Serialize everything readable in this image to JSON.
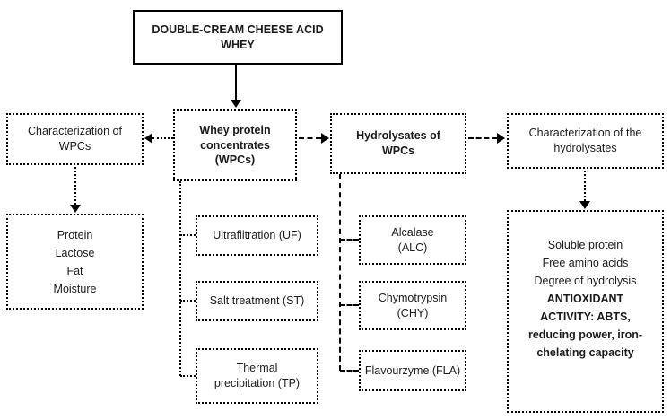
{
  "diagram": {
    "title": "DOUBLE-CREAM CHEESE ACID WHEY",
    "wpc": "Whey protein concentrates (WPCs)",
    "char_wpc": "Characterization of WPCs",
    "composition": [
      "Protein",
      "Lactose",
      "Fat",
      "Moisture"
    ],
    "hydrolysates": "Hydrolysates of WPCs",
    "char_hyd": "Characterization of the hydrolysates",
    "processes": [
      "Ultrafiltration (UF)",
      "Salt treatment (ST)",
      "Thermal precipitation (TP)"
    ],
    "enzymes": [
      "Alcalase (ALC)",
      "Chymotrypsin (CHY)",
      "Flavourzyme (FLA)"
    ],
    "analysis": {
      "normal": [
        "Soluble protein",
        "Free amino acids",
        "Degree of hydrolysis"
      ],
      "bold": [
        "ANTIOXIDANT",
        "ACTIVITY: ABTS,",
        "reducing power, iron-",
        "chelating capacity"
      ]
    },
    "colors": {
      "border": "#000000",
      "background": "#ffffff",
      "text": "#1b1b1b"
    }
  }
}
